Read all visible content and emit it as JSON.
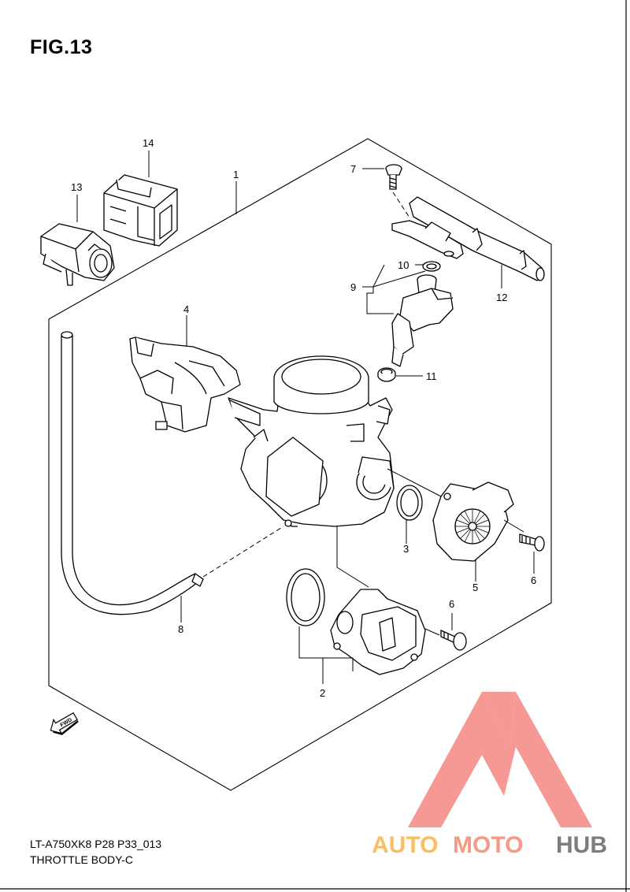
{
  "figure": {
    "title": "FIG.13",
    "footer_code": "LT-A750XK8 P28 P33_013",
    "footer_name": "THROTTLE BODY-C"
  },
  "callouts": [
    "1",
    "2",
    "3",
    "4",
    "5",
    "6",
    "6",
    "7",
    "8",
    "9",
    "10",
    "11",
    "12",
    "13",
    "14"
  ],
  "fwd_label": "FWD",
  "watermark": {
    "brand_auto": "AUTO",
    "brand_moto": "MOTO",
    "brand_hub": "HUB",
    "color_triangle": "#f4766f",
    "color_auto": "#f7b34a",
    "color_moto": "#f48a6f",
    "color_hub": "#6f6f6f"
  },
  "colors": {
    "line": "#000000",
    "background": "#ffffff"
  }
}
